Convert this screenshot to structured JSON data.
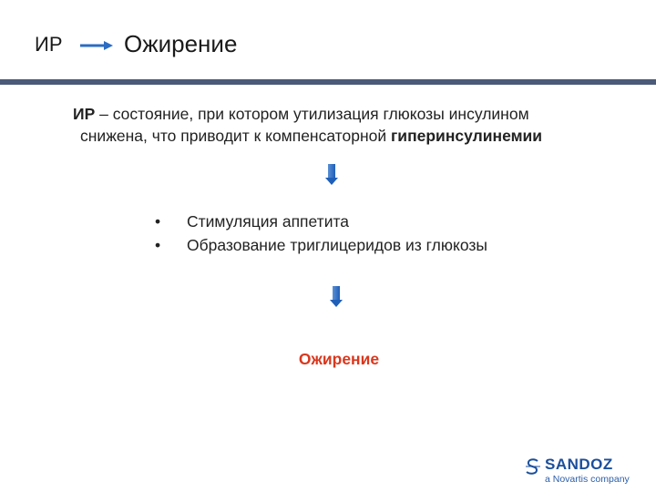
{
  "header": {
    "abbr": "ИР",
    "title": "Ожирение"
  },
  "definition": {
    "term": "ИР",
    "line1_rest": " – состояние, при котором утилизация глюкозы инсулином",
    "line2_plain": "снижена, что приводит к компенсаторной ",
    "line2_bold": "гиперинсулинемии"
  },
  "bullets": {
    "marker": "•",
    "items": [
      "Стимуляция аппетита",
      "Образование триглицеридов из глюкозы"
    ]
  },
  "result": {
    "label": "Ожирение"
  },
  "logo": {
    "brand": "SANDOZ",
    "tagline": "a Novartis company",
    "icon": "sandoz-s-icon"
  },
  "colors": {
    "accent_blue": "#2b6cc4",
    "rule": "#4a5a78",
    "result_red": "#d9381e",
    "brand_blue": "#1b4f9c"
  }
}
